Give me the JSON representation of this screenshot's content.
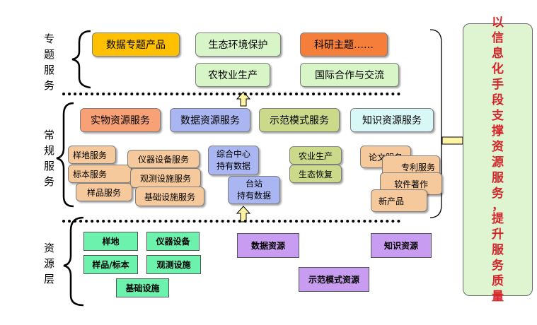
{
  "layers": {
    "topic": {
      "label_chars": [
        "专",
        "题",
        "服",
        "务"
      ]
    },
    "regular": {
      "label_chars": [
        "常",
        "规",
        "服",
        "务"
      ]
    },
    "resource": {
      "label_chars": [
        "资",
        "源",
        "层"
      ]
    }
  },
  "topic_services": {
    "data_topic": "数据专题产品",
    "eco": "生态环境保护",
    "research": "科研主题……",
    "agri": "农牧业生产",
    "intl": "国际合作与交流"
  },
  "regular_services": {
    "physical": "实物资源服务",
    "data": "数据资源服务",
    "demo": "示范模式服务",
    "knowledge": "知识资源服务",
    "sample_site": "样地服务",
    "specimen": "标本服务",
    "sample": "样品服务",
    "instrument": "仪器设备服务",
    "observation": "观测设施服务",
    "infra": "基础设施服务",
    "center_line1": "综合中心",
    "center_line2": "持有数据",
    "station_line1": "台站",
    "station_line2": "持有数据",
    "agri_prod": "农业生产",
    "eco_restore": "生态恢复",
    "paper": "论文服务",
    "patent": "专利服务",
    "software": "软件著作",
    "new_product": "新产品"
  },
  "resources": {
    "sample_site": "样地",
    "instrument": "仪器设备",
    "sample_specimen": "样品/标本",
    "observation": "观测设施",
    "infra": "基础设施",
    "data": "数据资源",
    "knowledge": "知识资源",
    "demo": "示范模式资源"
  },
  "side_panel": {
    "chars": [
      "以",
      "信",
      "息",
      "化",
      "手",
      "段",
      "支",
      "撑",
      "资",
      "源",
      "服",
      "务",
      "，",
      "",
      "提",
      "升",
      "服",
      "务",
      "质",
      "量"
    ]
  },
  "colors": {
    "green_box": "#d8f5c8",
    "orange_box": "#ffc000",
    "red_orange_box": "#f57e3a",
    "salmon_box": "#f9a176",
    "blue_box": "#a9b6f2",
    "olive_box": "#cad98a",
    "cyan_box": "#d8f7f7",
    "tan_box": "#f5c99b",
    "teal_sq": "#6cf2ad",
    "purple_sq": "#c89cf0",
    "panel_text": "#d5262b"
  }
}
